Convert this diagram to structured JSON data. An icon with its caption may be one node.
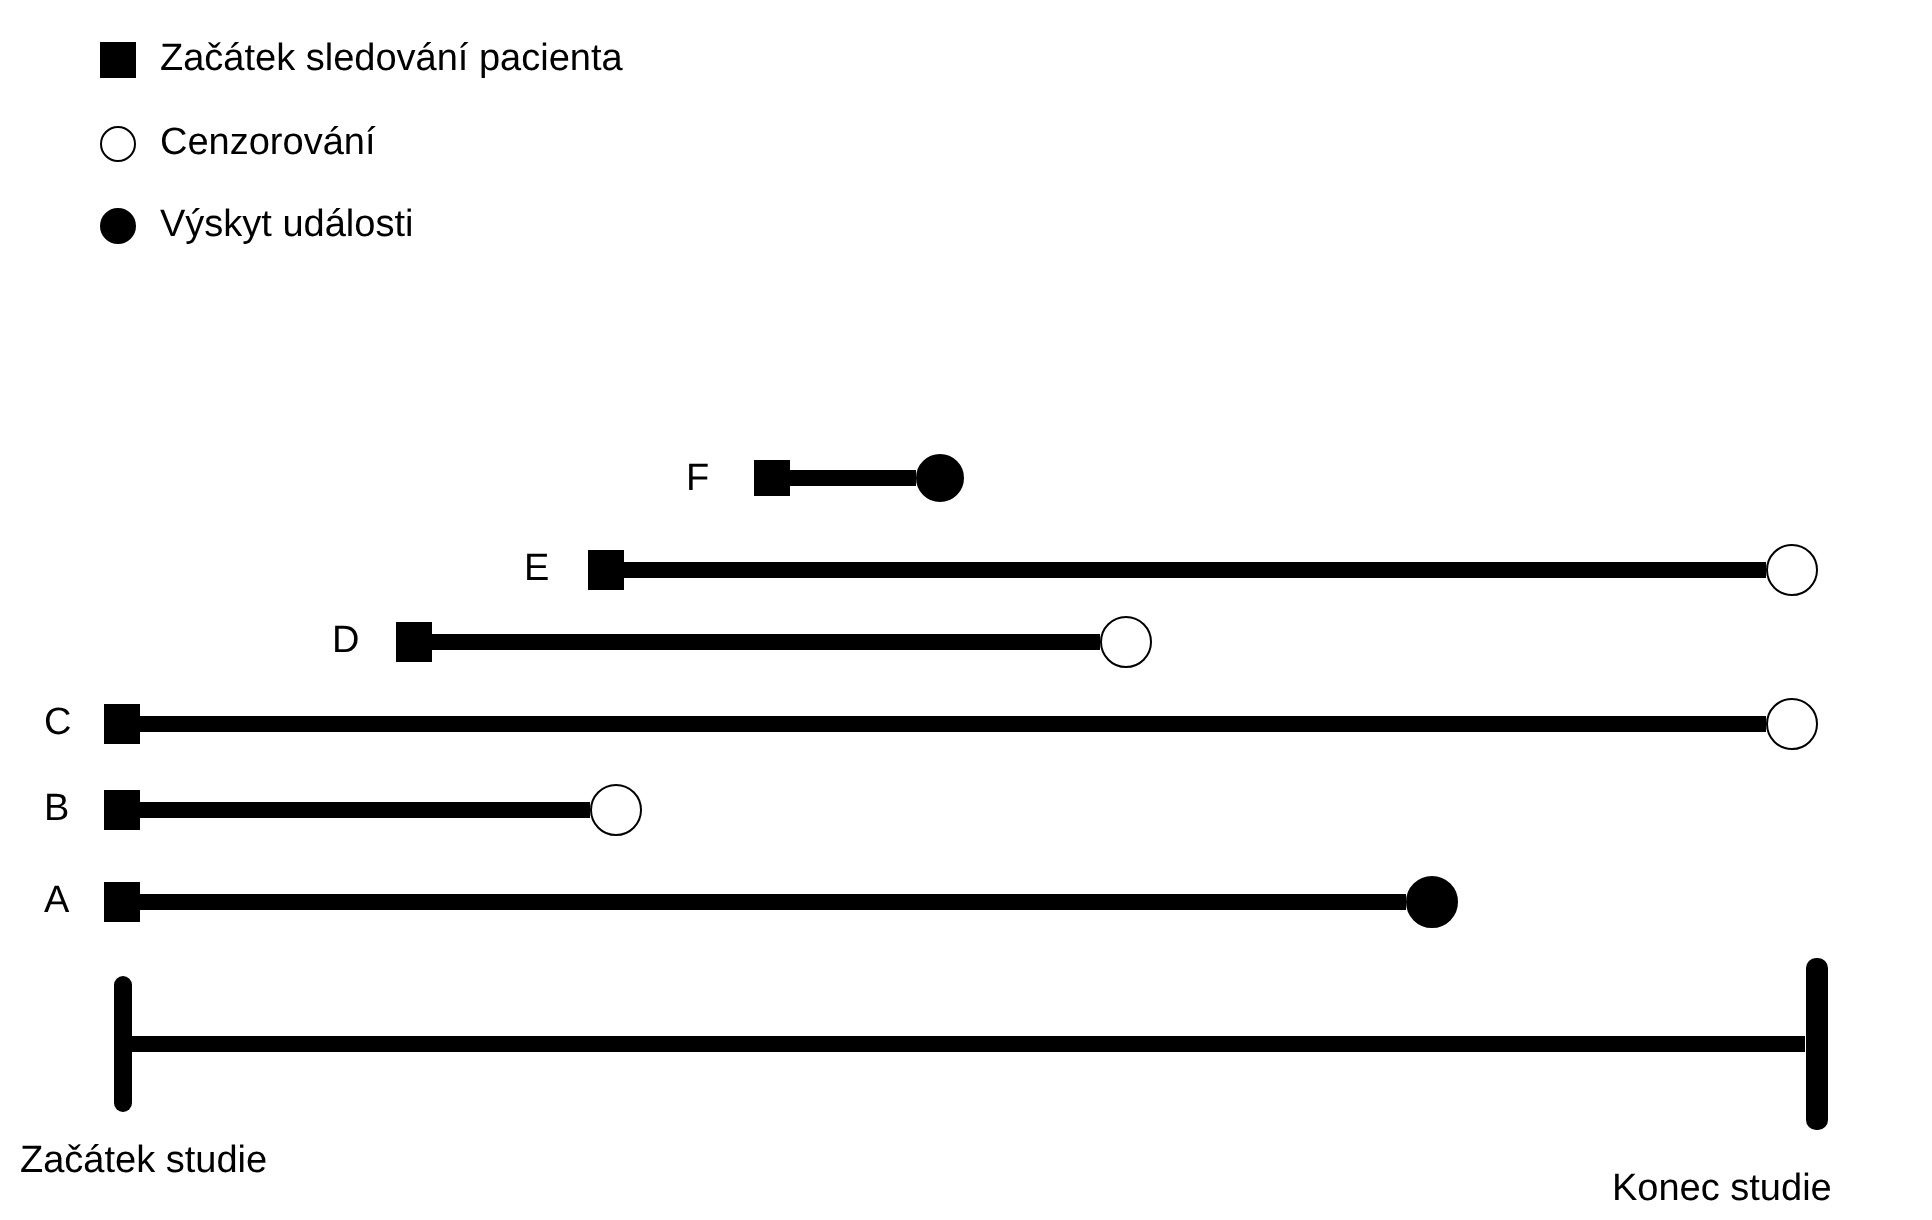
{
  "diagram": {
    "nodes": [
      {
        "text": [],
        "shape": "box",
        "beside": [
          "F"
        ]
      },
      {
        "text": [],
        "shape": "circle"
      },
      {
        "text": [],
        "shape": "box",
        "beside": [
          "E"
        ]
      },
      {
        "text": [],
        "shape": "circle"
      },
      {
        "text": [],
        "shape": "box",
        "beside": [
          "D"
        ]
      },
      {
        "text": [],
        "shape": "circle"
      },
      {
        "text": [],
        "shape": "box",
        "beside": [
          "C"
        ]
      },
      {
        "text": [],
        "shape": "circle"
      },
      {
        "text": [],
        "shape": "box",
        "beside": [
          "B"
        ]
      },
      {
        "text": [],
        "shape": "circle"
      },
      {
        "text": [],
        "shape": "box",
        "beside": [
          "A"
        ]
      },
      {
        "text": [],
        "shape": "circle"
      },
      {
        "text": [],
        "shape": "bar",
        "beside": [
          "Začátek studie"
        ]
      },
      {
        "text": [],
        "shape": "bar",
        "beside": [
          "Konec studie"
        ]
      }
    ],
    "edges": [
      {
        "from": 0,
        "to": 1,
        "arrow": "none"
      },
      {
        "from": 2,
        "to": 3,
        "arrow": "none"
      },
      {
        "from": 4,
        "to": 5,
        "arrow": "none"
      },
      {
        "from": 6,
        "to": 7,
        "arrow": "none"
      },
      {
        "from": 8,
        "to": 9,
        "arrow": "none"
      },
      {
        "from": 10,
        "to": 11,
        "arrow": "none"
      },
      {
        "from": 12,
        "to": 13,
        "arrow": "none"
      }
    ],
    "legend": [
      {
        "text": "Začátek sledování pacienta"
      },
      {
        "text": "Cenzorování"
      },
      {
        "text": "Výskyt události"
      }
    ]
  }
}
